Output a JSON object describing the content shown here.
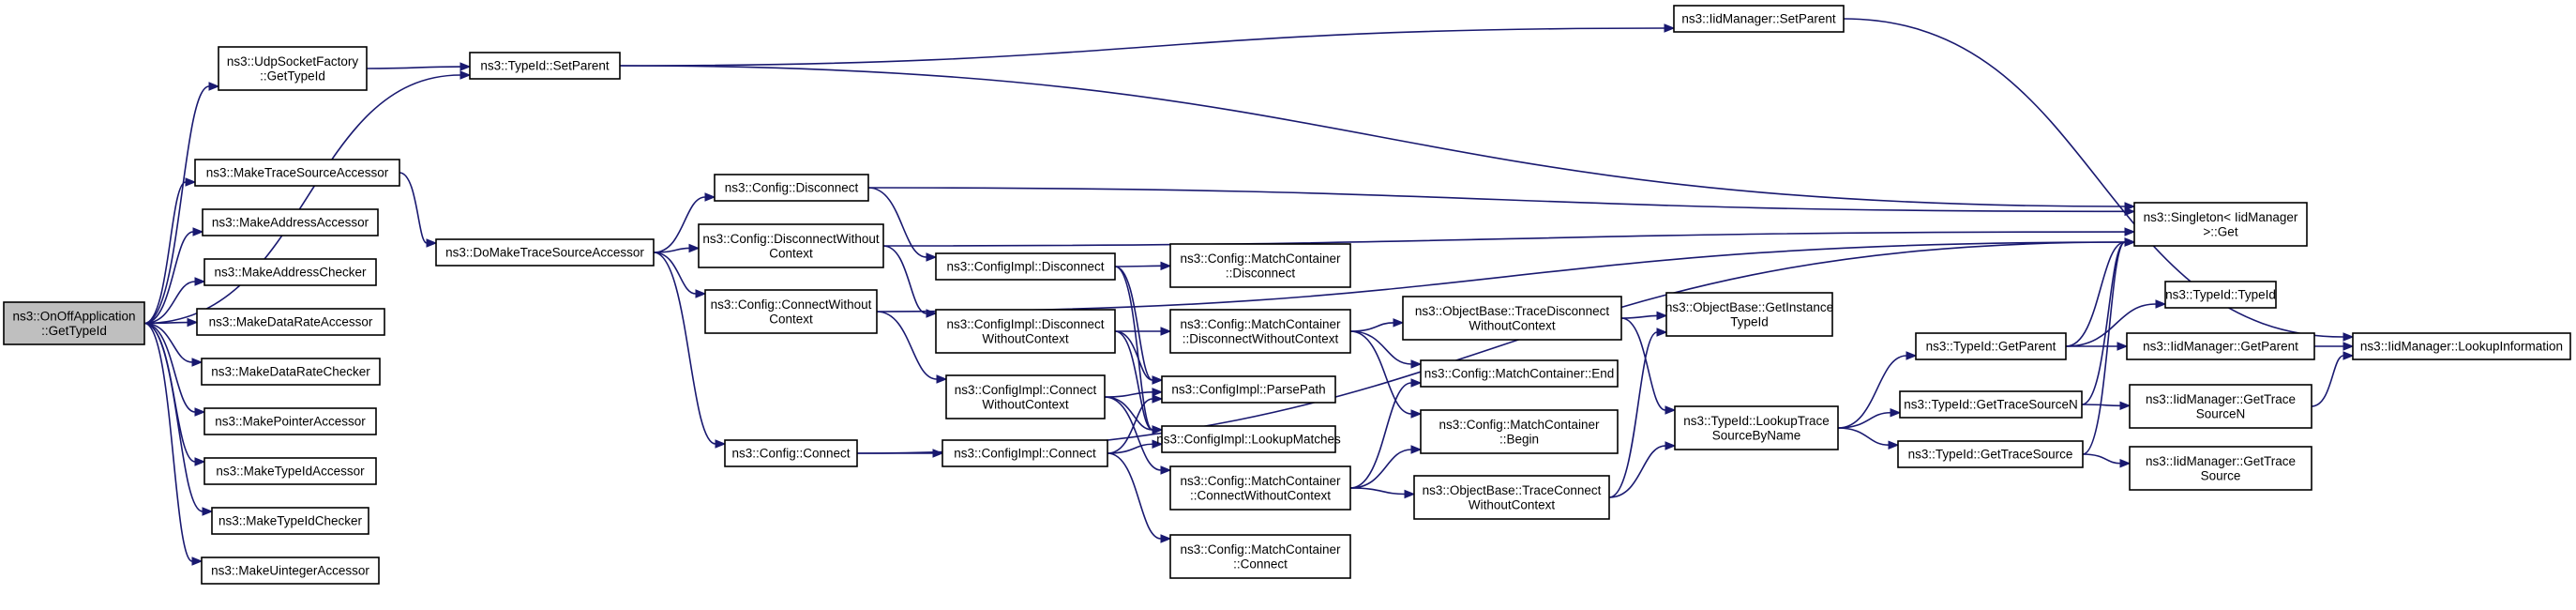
{
  "graph": {
    "edge_color": "#191970",
    "root_fill": "#bfbfbf",
    "nodes": [
      {
        "id": "root",
        "lines": [
          "ns3::OnOffApplication",
          "::GetTypeId"
        ],
        "root": true
      },
      {
        "id": "udp",
        "lines": [
          "ns3::UdpSocketFactory",
          "::GetTypeId"
        ]
      },
      {
        "id": "mtsa",
        "lines": [
          "ns3::MakeTraceSourceAccessor"
        ]
      },
      {
        "id": "maa",
        "lines": [
          "ns3::MakeAddressAccessor"
        ]
      },
      {
        "id": "mac",
        "lines": [
          "ns3::MakeAddressChecker"
        ]
      },
      {
        "id": "mdra",
        "lines": [
          "ns3::MakeDataRateAccessor"
        ]
      },
      {
        "id": "mdrc",
        "lines": [
          "ns3::MakeDataRateChecker"
        ]
      },
      {
        "id": "mpa",
        "lines": [
          "ns3::MakePointerAccessor"
        ]
      },
      {
        "id": "mtia",
        "lines": [
          "ns3::MakeTypeIdAccessor"
        ]
      },
      {
        "id": "mtic",
        "lines": [
          "ns3::MakeTypeIdChecker"
        ]
      },
      {
        "id": "mua",
        "lines": [
          "ns3::MakeUintegerAccessor"
        ]
      },
      {
        "id": "tsp",
        "lines": [
          "ns3::TypeId::SetParent"
        ]
      },
      {
        "id": "dmtsa",
        "lines": [
          "ns3::DoMakeTraceSourceAccessor"
        ]
      },
      {
        "id": "iidsp",
        "lines": [
          "ns3::IidManager::SetParent"
        ]
      },
      {
        "id": "cdisc",
        "lines": [
          "ns3::Config::Disconnect"
        ]
      },
      {
        "id": "cdwc",
        "lines": [
          "ns3::Config::DisconnectWithout",
          "Context"
        ]
      },
      {
        "id": "ccwc",
        "lines": [
          "ns3::Config::ConnectWithout",
          "Context"
        ]
      },
      {
        "id": "cconn",
        "lines": [
          "ns3::Config::Connect"
        ]
      },
      {
        "id": "cidisc",
        "lines": [
          "ns3::ConfigImpl::Disconnect"
        ]
      },
      {
        "id": "cidwc",
        "lines": [
          "ns3::ConfigImpl::Disconnect",
          "WithoutContext"
        ]
      },
      {
        "id": "cicwc",
        "lines": [
          "ns3::ConfigImpl::Connect",
          "WithoutContext"
        ]
      },
      {
        "id": "ciconn",
        "lines": [
          "ns3::ConfigImpl::Connect"
        ]
      },
      {
        "id": "cipp",
        "lines": [
          "ns3::ConfigImpl::ParsePath"
        ]
      },
      {
        "id": "cilm",
        "lines": [
          "ns3::ConfigImpl::LookupMatches"
        ]
      },
      {
        "id": "mcdisc",
        "lines": [
          "ns3::Config::MatchContainer",
          "::Disconnect"
        ]
      },
      {
        "id": "mcdwc",
        "lines": [
          "ns3::Config::MatchContainer",
          "::DisconnectWithoutContext"
        ]
      },
      {
        "id": "mcend",
        "lines": [
          "ns3::Config::MatchContainer::End"
        ]
      },
      {
        "id": "mcbegin",
        "lines": [
          "ns3::Config::MatchContainer",
          "::Begin"
        ]
      },
      {
        "id": "mccwc",
        "lines": [
          "ns3::Config::MatchContainer",
          "::ConnectWithoutContext"
        ]
      },
      {
        "id": "mcconn",
        "lines": [
          "ns3::Config::MatchContainer",
          "::Connect"
        ]
      },
      {
        "id": "obtdwc",
        "lines": [
          "ns3::ObjectBase::TraceDisconnect",
          "WithoutContext"
        ]
      },
      {
        "id": "obtcwc",
        "lines": [
          "ns3::ObjectBase::TraceConnect",
          "WithoutContext"
        ]
      },
      {
        "id": "obgit",
        "lines": [
          "ns3::ObjectBase::GetInstance",
          "TypeId"
        ]
      },
      {
        "id": "tltsbn",
        "lines": [
          "ns3::TypeId::LookupTrace",
          "SourceByName"
        ]
      },
      {
        "id": "singleton",
        "lines": [
          "ns3::Singleton< IidManager",
          " >::Get"
        ]
      },
      {
        "id": "tgp",
        "lines": [
          "ns3::TypeId::GetParent"
        ]
      },
      {
        "id": "tgtsn",
        "lines": [
          "ns3::TypeId::GetTraceSourceN"
        ]
      },
      {
        "id": "tgts",
        "lines": [
          "ns3::TypeId::GetTraceSource"
        ]
      },
      {
        "id": "ttid",
        "lines": [
          "ns3::TypeId::TypeId"
        ]
      },
      {
        "id": "iidgp",
        "lines": [
          "ns3::IidManager::GetParent"
        ]
      },
      {
        "id": "iidgtsn",
        "lines": [
          "ns3::IidManager::GetTrace",
          "SourceN"
        ]
      },
      {
        "id": "iidgts",
        "lines": [
          "ns3::IidManager::GetTrace",
          "Source"
        ]
      },
      {
        "id": "iidli",
        "lines": [
          "ns3::IidManager::LookupInformation"
        ]
      }
    ]
  }
}
